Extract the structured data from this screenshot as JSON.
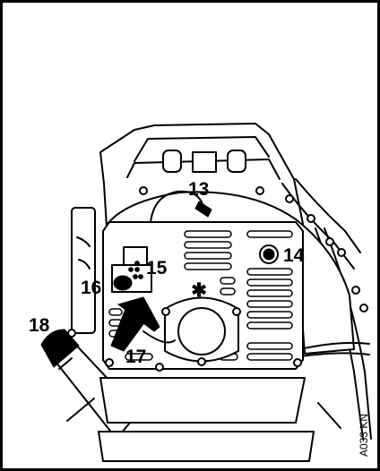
{
  "diagram": {
    "figure_code": "A033 KN",
    "callouts": {
      "c13": "13",
      "c14": "14",
      "c15": "15",
      "c16": "16",
      "c17": "17",
      "c18": "18"
    },
    "symbol": "✱"
  }
}
